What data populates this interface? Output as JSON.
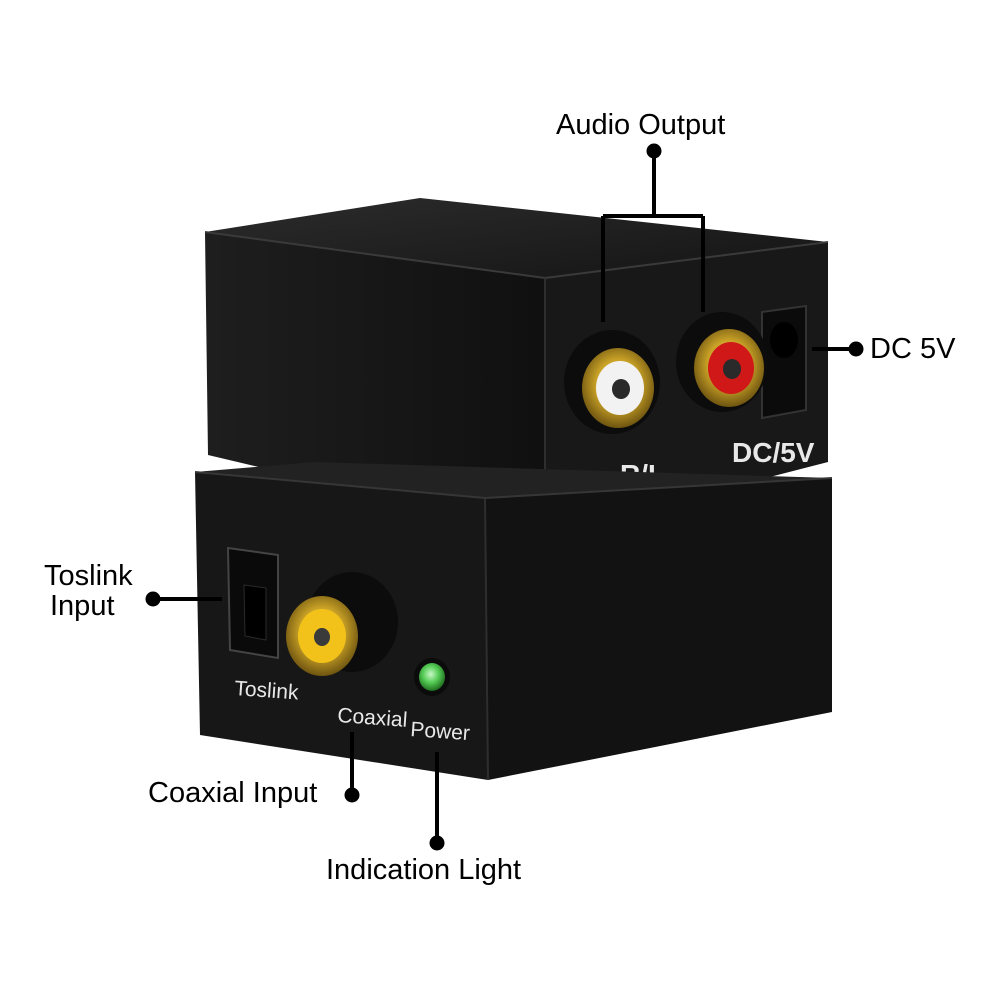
{
  "callouts": {
    "audio_output": "Audio Output",
    "dc_5v": "DC 5V",
    "toslink_input_line1": "Toslink",
    "toslink_input_line2": "Input",
    "coaxial_input": "Coaxial Input",
    "indication_light": "Indication Light"
  },
  "device_labels": {
    "rl": "R/L",
    "dc5v": "DC/5V",
    "toslink": "Toslink",
    "coaxial": "Coaxial",
    "power": "Power"
  },
  "colors": {
    "body": "#1a1a1a",
    "gold": "#c9a227",
    "rca_white": "#f2f2f2",
    "rca_red": "#d01818",
    "rca_yellow": "#f2c21a",
    "led_green": "#55cc55"
  }
}
